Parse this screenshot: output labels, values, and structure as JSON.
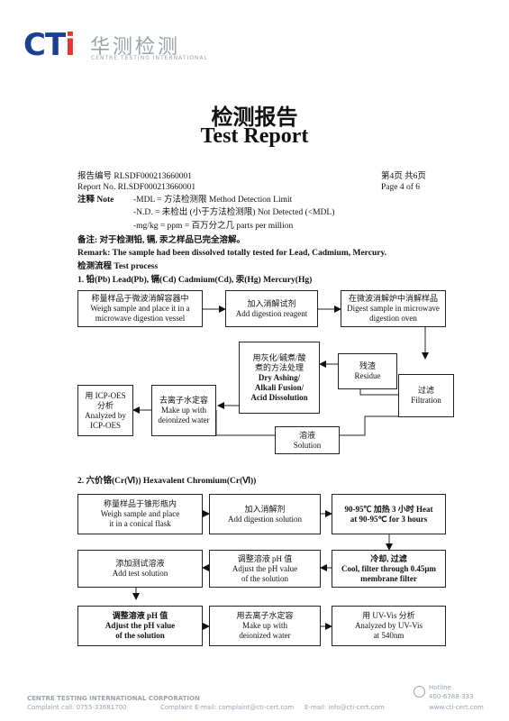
{
  "header": {
    "logo_main": "CT",
    "logo_i": "i",
    "logo_cn": "华测检测",
    "logo_en": "CENTRE TESTING INTERNATIONAL"
  },
  "title": {
    "cn": "检测报告",
    "en": "Test Report"
  },
  "meta": {
    "report_no_cn": "报告编号  RLSDF000213660001",
    "report_no_en": "Report No.  RLSDF000213660001",
    "page_cn": "第4页  共6页",
    "page_en": "Page 4 of 6",
    "note_label": "注释 Note",
    "note_1": "-MDL =  方法检测限 Method Detection Limit",
    "note_2": "-N.D. =  未检出 (小于方法检测限) Not Detected (<MDL)",
    "note_3": "-mg/kg = ppm =  百万分之几 parts per million",
    "remark_cn": "备注: 对于检测铅, 镉, 汞之样品已完全溶解。",
    "remark_en": "Remark: The sample had been dissolved totally tested for Lead, Cadmium, Mercury.",
    "process_title": "检测流程 Test process"
  },
  "section1": {
    "heading": "1.   铅(Pb) Lead(Pb),  镉(Cd) Cadmium(Cd),  汞(Hg) Mercury(Hg)",
    "b1": [
      "称量样品于微波消解容器中",
      "Weigh sample and place it in a",
      "microwave digestion vessel"
    ],
    "b2": [
      "加入消解试剂",
      "Add digestion reagent"
    ],
    "b3": [
      "在微波消解炉中消解样品",
      "Digest sample in microwave",
      "digestion oven"
    ],
    "b4": [
      "用灰化/碱煮/酸",
      "煮的方法处理",
      "Dry Ashing/",
      "Alkali Fusion/",
      "Acid Dissolution"
    ],
    "b5": [
      "残渣",
      "Residue"
    ],
    "b6": [
      "过滤",
      "Filtration"
    ],
    "b7": [
      "溶液",
      "Solution"
    ],
    "b8": [
      "去离子水定容",
      "Make up with",
      "deionized water"
    ],
    "b9": [
      "用 ICP-OES",
      "分析",
      "Analyzed by",
      "ICP-OES"
    ]
  },
  "section2": {
    "heading": "2.   六价铬(Cr(Ⅵ)) Hexavalent Chromium(Cr(Ⅵ))",
    "c1": [
      "称量样品于锥形瓶内",
      "Weigh sample and place",
      "it in a conical flask"
    ],
    "c2": [
      "加入消解剂",
      "Add digestion solution"
    ],
    "c3": [
      "90-95℃ 加热 3 小时  Heat",
      "at 90-95℃  for 3 hours"
    ],
    "c4": [
      "添加测试溶液",
      "Add test solution"
    ],
    "c5": [
      "调整溶液 pH 值",
      "Adjust the pH value",
      "of the solution"
    ],
    "c6": [
      "冷却, 过滤",
      "Cool, filter through 0.45μm",
      "membrane filter"
    ],
    "c7": [
      "调整溶液 pH 值",
      "Adjust the pH value",
      "of the solution"
    ],
    "c8": [
      "用去离子水定容",
      "Make up with",
      "deionized water"
    ],
    "c9": [
      "用 UV-Vis 分析",
      "Analyzed by UV-Vis",
      "at 540nm"
    ]
  },
  "footer": {
    "company": "CENTRE TESTING INTERNATIONAL CORPORATION",
    "complaint_call": "Complaint call: 0755-33681700",
    "complaint_email": "Complaint E-mail: complaint@cti-cert.com",
    "email": "E-mail: info@cti-cert.com",
    "hotline_label": "Hotline",
    "hotline": "400-6788-333",
    "website": "www.cti-cert.com"
  },
  "colors": {
    "brand_blue": "#1d3f8f",
    "brand_red": "#e8352e",
    "footer_gray": "#9aa3ad"
  }
}
